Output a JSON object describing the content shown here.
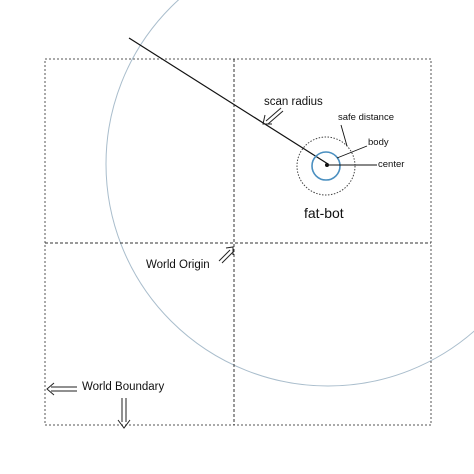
{
  "labels": {
    "scan_radius": "scan radius",
    "safe_distance": "safe distance",
    "body": "body",
    "center": "center",
    "bot_name": "fat-bot",
    "world_origin": "World Origin",
    "world_boundary": "World Boundary"
  },
  "colors": {
    "boundary_line": "#555555",
    "axis_line": "#333333",
    "scan_circle": "#a9bdcc",
    "body_circle": "#4a8fc0",
    "safe_circle": "#444444",
    "arrow": "#222222",
    "text": "#111111"
  }
}
